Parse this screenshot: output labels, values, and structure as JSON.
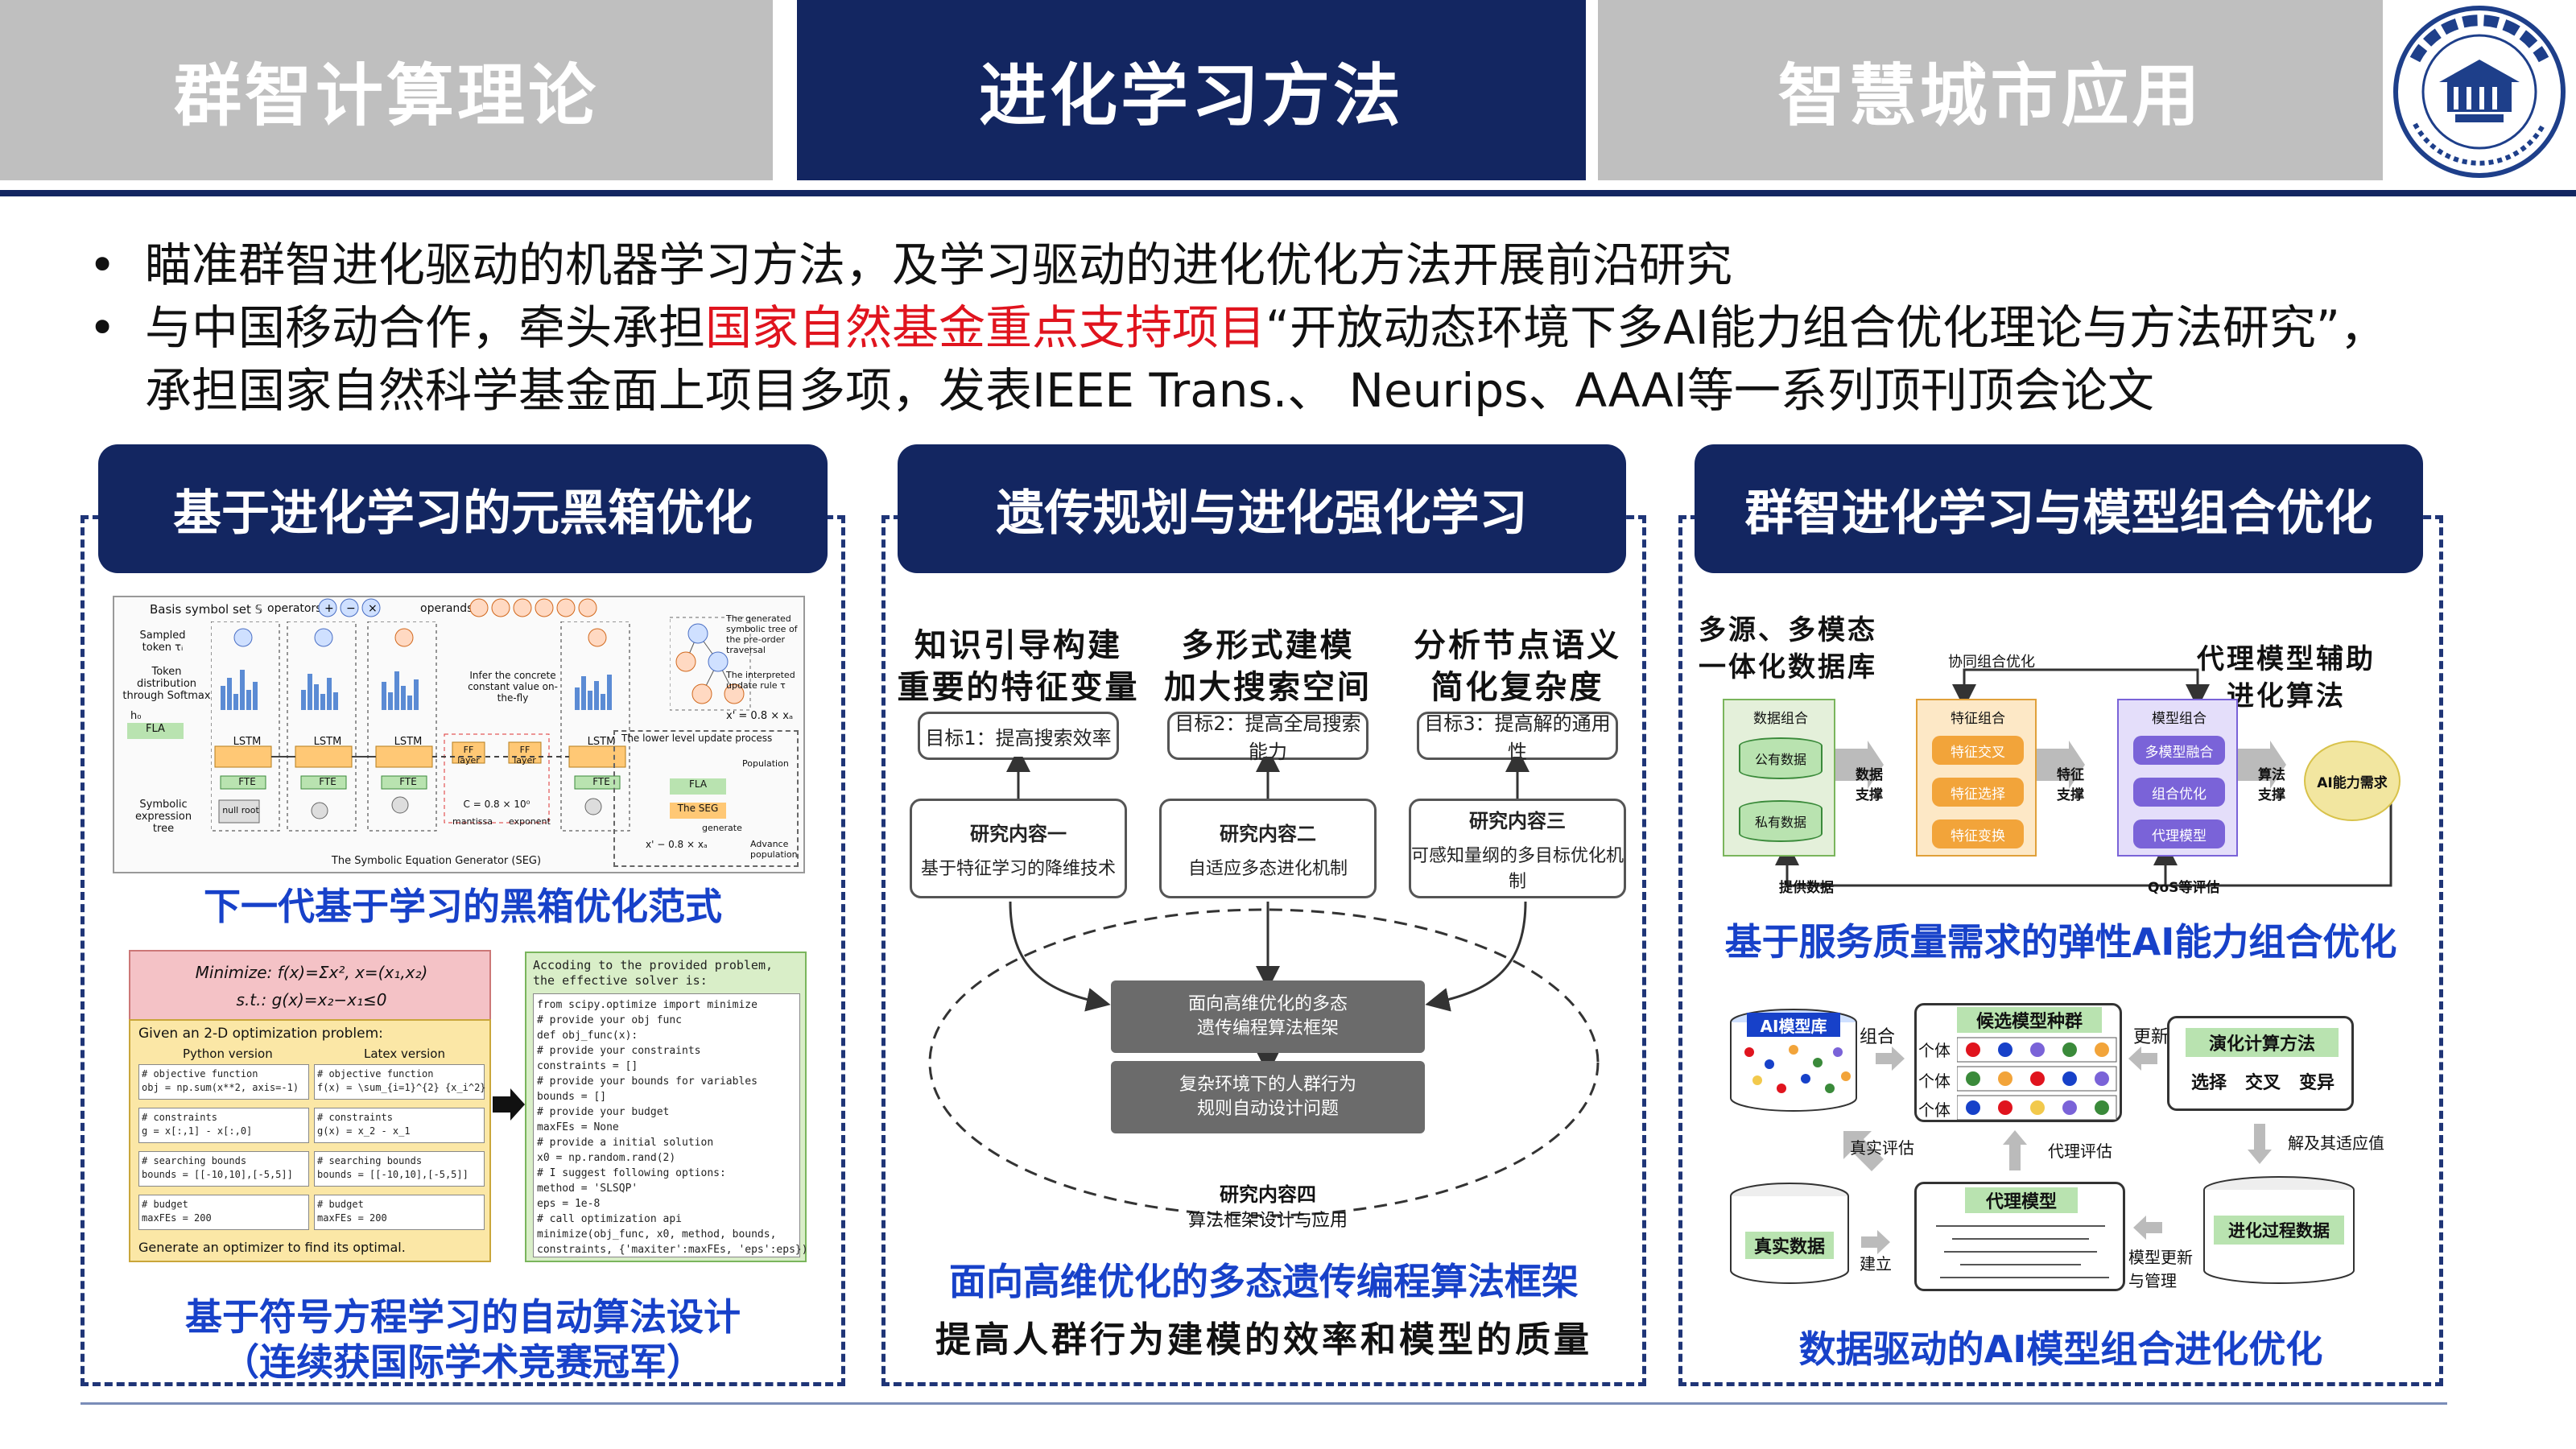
{
  "tabs": [
    {
      "label": "群智计算理论",
      "active": false
    },
    {
      "label": "进化学习方法",
      "active": true
    },
    {
      "label": "智慧城市应用",
      "active": false
    }
  ],
  "bullets": {
    "line1": "瞄准群智进化驱动的机器学习方法，及学习驱动的进化优化方法开展前沿研究",
    "line2_pre": "与中国移动合作，牵头承担",
    "line2_red": "国家自然基金重点支持项目",
    "line2_post": "“开放动态环境下多AI能力组合优化理论与方法研究”，",
    "line3": "承担国家自然科学基金面上项目多项，发表IEEE Trans.、 Neurips、AAAI等一系列顶刊顶会论文"
  },
  "panels": [
    {
      "title": "基于进化学习的元黑箱优化",
      "caption1": "下一代基于学习的黑箱优化范式",
      "caption2a": "基于符号方程学习的自动算法设计",
      "caption2b": "（连续获国际学术竞赛冠军）"
    },
    {
      "title": "遗传规划与进化强化学习",
      "caption1": "面向高维优化的多态遗传编程算法框架",
      "caption2": "提高人群行为建模的效率和模型的质量"
    },
    {
      "title": "群智进化学习与模型组合优化",
      "caption1": "基于服务质量需求的弹性AI能力组合优化",
      "caption2": "数据驱动的AI模型组合进化优化"
    }
  ],
  "fig1a": {
    "basis": "Basis symbol set 𝕊",
    "operators": "operators:",
    "operands": "operands:",
    "sampled": "Sampled token τᵢ",
    "token_dist": "Token distribution through Softmax",
    "h0": "h₀",
    "fla": "FLA",
    "lstm": "LSTM",
    "fte": "FTE",
    "null_root": "null root",
    "symbolic": "Symbolic expression tree",
    "infer": "Infer the concrete constant value on-the-fly",
    "ff": "FF layer",
    "mantissa": "mantissa",
    "exponent": "exponent",
    "seg": "The Symbolic Equation Generator (SEG)",
    "generated": "The generated symbolic tree of the pre-order traversal",
    "interpreted": "The interpreted update rule τ",
    "rule": "x' = 0.8 × xₐ",
    "lower": "The lower level update process",
    "population": "Population",
    "the_seg": "The SEG",
    "generate": "generate",
    "advance": "Advance population",
    "rule2": "x' − 0.8 × xₐ",
    "c_val": "C = 0.8 × 10⁰"
  },
  "fig1b": {
    "minimize": "Minimize: f(x)=Σx², x=(x₁,x₂)",
    "st": "s.t.: g(x)=x₂−x₁≤0",
    "given": "Given an 2-D optimization problem:",
    "python": "Python version",
    "latex": "Latex version",
    "c1": "# objective function\nobj = np.sum(x**2, axis=-1)",
    "c2": "# objective function\nf(x) = \\sum_{i=1}^{2} {x_i^2}",
    "c3": "# constraints\ng = x[:,1] - x[:,0]",
    "c4": "# constraints\ng(x) = x_2 - x_1",
    "c5": "# searching bounds\nbounds = [[-10,10],[-5,5]]",
    "c6": "# searching bounds\nbounds = [[-10,10],[-5,5]]",
    "c7": "# budget\nmaxFEs = 200",
    "c8": "# budget\nmaxFEs = 200",
    "gen": "Generate an optimizer to find its optimal.",
    "acc": "Accoding to the provided problem,\nthe effective solver is:",
    "code": "from scipy.optimize import minimize\n# provide your obj func\ndef obj_func(x):\n# provide your constraints\nconstraints = []\n# provide your bounds for variables\nbounds = []\n# provide your budget\nmaxFEs = None\n# provide a initial solution\nx0 = np.random.rand(2)\n# I suggest following options:\nmethod = 'SLSQP'\neps = 1e-8\n# call optimization api\nminimize(obj_func, x0, method, bounds,\nconstraints, {'maxiter':maxFEs, 'eps':eps})"
  },
  "fig2": {
    "h1": "知识引导构建\n重要的特征变量",
    "h2": "多形式建模\n加大搜索空间",
    "h3": "分析节点语义\n简化复杂度",
    "g1": "目标1：提高搜索效率",
    "g2": "目标2：提高全局搜索能力",
    "g3": "目标3：提高解的通用性",
    "r1t": "研究内容一",
    "r1d": "基于特征学习的降维技术",
    "r2t": "研究内容二",
    "r2d": "自适应多态进化机制",
    "r3t": "研究内容三",
    "r3d": "可感知量纲的多目标优化机制",
    "gb1": "面向高维优化的多态\n遗传编程算法框架",
    "gb2": "复杂环境下的人群行为\n规则自动设计问题",
    "r4t": "研究内容四",
    "r4d": "算法框架设计与应用"
  },
  "fig3a": {
    "src": "多源、多模态\n一体化数据库",
    "proxy": "代理模型辅助\n进化算法",
    "collab": "协同组合优化",
    "data_combo": "数据组合",
    "public": "公有数据",
    "private": "私有数据",
    "support1": "数据\n支撑",
    "feat_combo": "特征组合",
    "f1": "特征交叉",
    "f2": "特征选择",
    "f3": "特征变换",
    "support2": "特征\n支撑",
    "model_combo": "模型组合",
    "m1": "多模型融合",
    "m2": "组合优化",
    "m3": "代理模型",
    "support3": "算法\n支撑",
    "ai_need": "AI能力需求",
    "provide": "提供数据",
    "qos": "QoS等评估"
  },
  "fig3b": {
    "lib": "AI模型库",
    "combine": "组合",
    "cand": "候选模型种群",
    "ind": "个体",
    "update": "更新",
    "evo": "演化计算方法",
    "ops": "选择   交叉   变异",
    "real_eval": "真实评估",
    "proxy_eval": "代理评估",
    "decode": "解及其适应值",
    "real": "真实数据",
    "build": "建立",
    "proxy_model": "代理模型",
    "manage": "模型更新\n与管理",
    "evo_data": "进化过程数据"
  },
  "colors": {
    "navy": "#132661",
    "blue": "#1741c9",
    "red": "#e0141e",
    "purple": "#7a63d8",
    "gold": "#f2c94c"
  }
}
